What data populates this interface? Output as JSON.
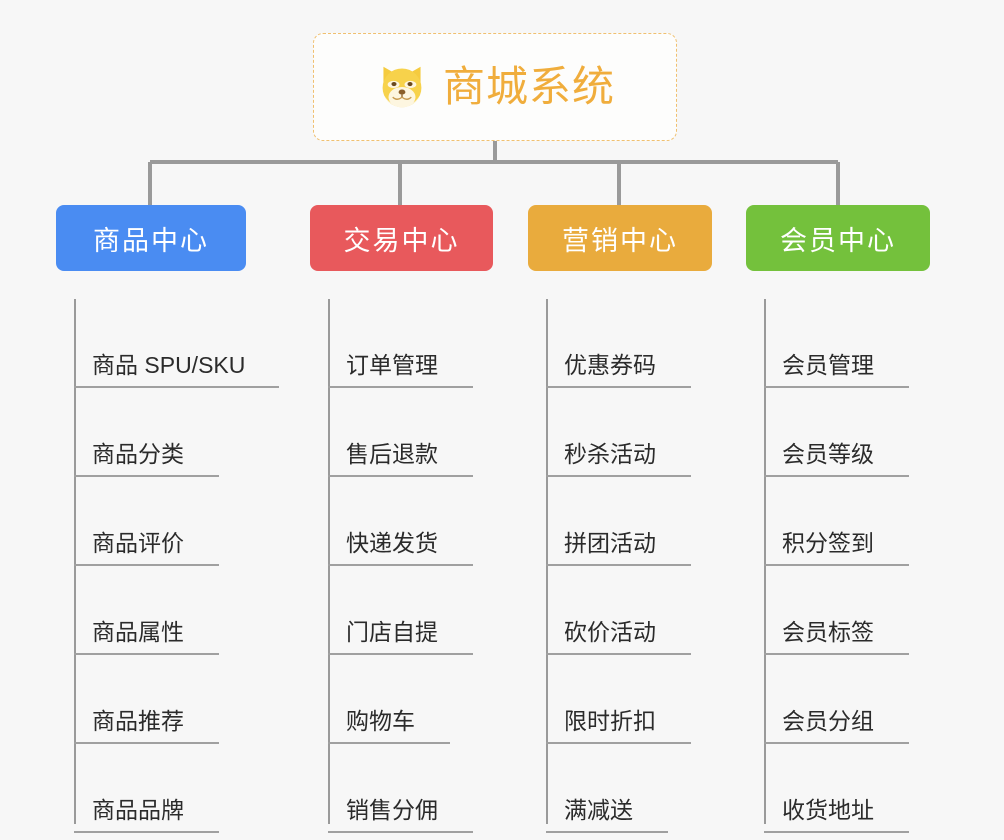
{
  "root": {
    "title": "商城系统",
    "icon": "dog-face-icon",
    "border_color": "#f0c070",
    "text_color": "#f0ad3c",
    "background": "#fdfdfc"
  },
  "canvas": {
    "background": "#f7f7f7",
    "connector_color": "#9a9a9a"
  },
  "branches": [
    {
      "label": "商品中心",
      "color": "#4a8cf2",
      "items": [
        "商品 SPU/SKU",
        "商品分类",
        "商品评价",
        "商品属性",
        "商品推荐",
        "商品品牌"
      ]
    },
    {
      "label": "交易中心",
      "color": "#e8595c",
      "items": [
        "订单管理",
        "售后退款",
        "快递发货",
        "门店自提",
        "购物车",
        "销售分佣"
      ]
    },
    {
      "label": "营销中心",
      "color": "#e9ab3d",
      "items": [
        "优惠券码",
        "秒杀活动",
        "拼团活动",
        "砍价活动",
        "限时折扣",
        "满减送"
      ]
    },
    {
      "label": "会员中心",
      "color": "#74c13c",
      "items": [
        "会员管理",
        "会员等级",
        "积分签到",
        "会员标签",
        "会员分组",
        "收货地址"
      ]
    }
  ]
}
